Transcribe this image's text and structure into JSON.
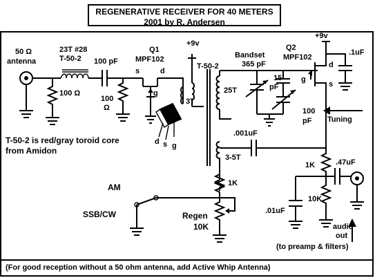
{
  "title": {
    "line1": "REGENERATIVE RECEIVER FOR 40 METERS",
    "line2": "2001 by R. Andersen"
  },
  "labels": {
    "antenna_ohms": "50 Ω",
    "antenna": "antenna",
    "coil1_turns": "23T #28",
    "coil1_core": "T-50-2",
    "cap1": "100 pF",
    "res1": "100 Ω",
    "res2_value": "100",
    "res2_unit": "Ω",
    "q1": "Q1",
    "q1_part": "MPF102",
    "q1_s": "s",
    "q1_d": "d",
    "q1_g": "g",
    "pkg_d": "d",
    "pkg_s": "s",
    "pkg_g": "g",
    "plus9v_1": "+9v",
    "t50_2": "T-50-2",
    "three_t": "3T",
    "twentyfive_t": "25T",
    "bandset": "Bandset",
    "bandset_val": "365 pF",
    "c15": "15",
    "c15_unit": "pF",
    "c100": "100",
    "c100_unit": "pF",
    "tuning": "Tuning",
    "q2": "Q2",
    "q2_part": "MPF102",
    "q2_g": "g",
    "q2_d": "d",
    "q2_s": "s",
    "plus9v_2": "+9v",
    "cap_01uf_top": ".1uF",
    "note_line1": "T-50-2 is red/gray toroid core",
    "note_line2": "from Amidon",
    "cap_001uf": ".001uF",
    "three_five_t": "3-5T",
    "res_1k_a": "1K",
    "res_1k_b": "1K",
    "cap_47uf": ".47uF",
    "am": "AM",
    "ssb_cw": "SSB/CW",
    "regen": "Regen",
    "regen_val": "10K",
    "cap_01uf_b": ".01uF",
    "res_10k": "10K",
    "audio1": "audio",
    "audio2": "out",
    "preamp": "(to preamp & filters)",
    "footer": "(For good reception without a 50 ohm antenna, add Active Whip Antenna)"
  }
}
